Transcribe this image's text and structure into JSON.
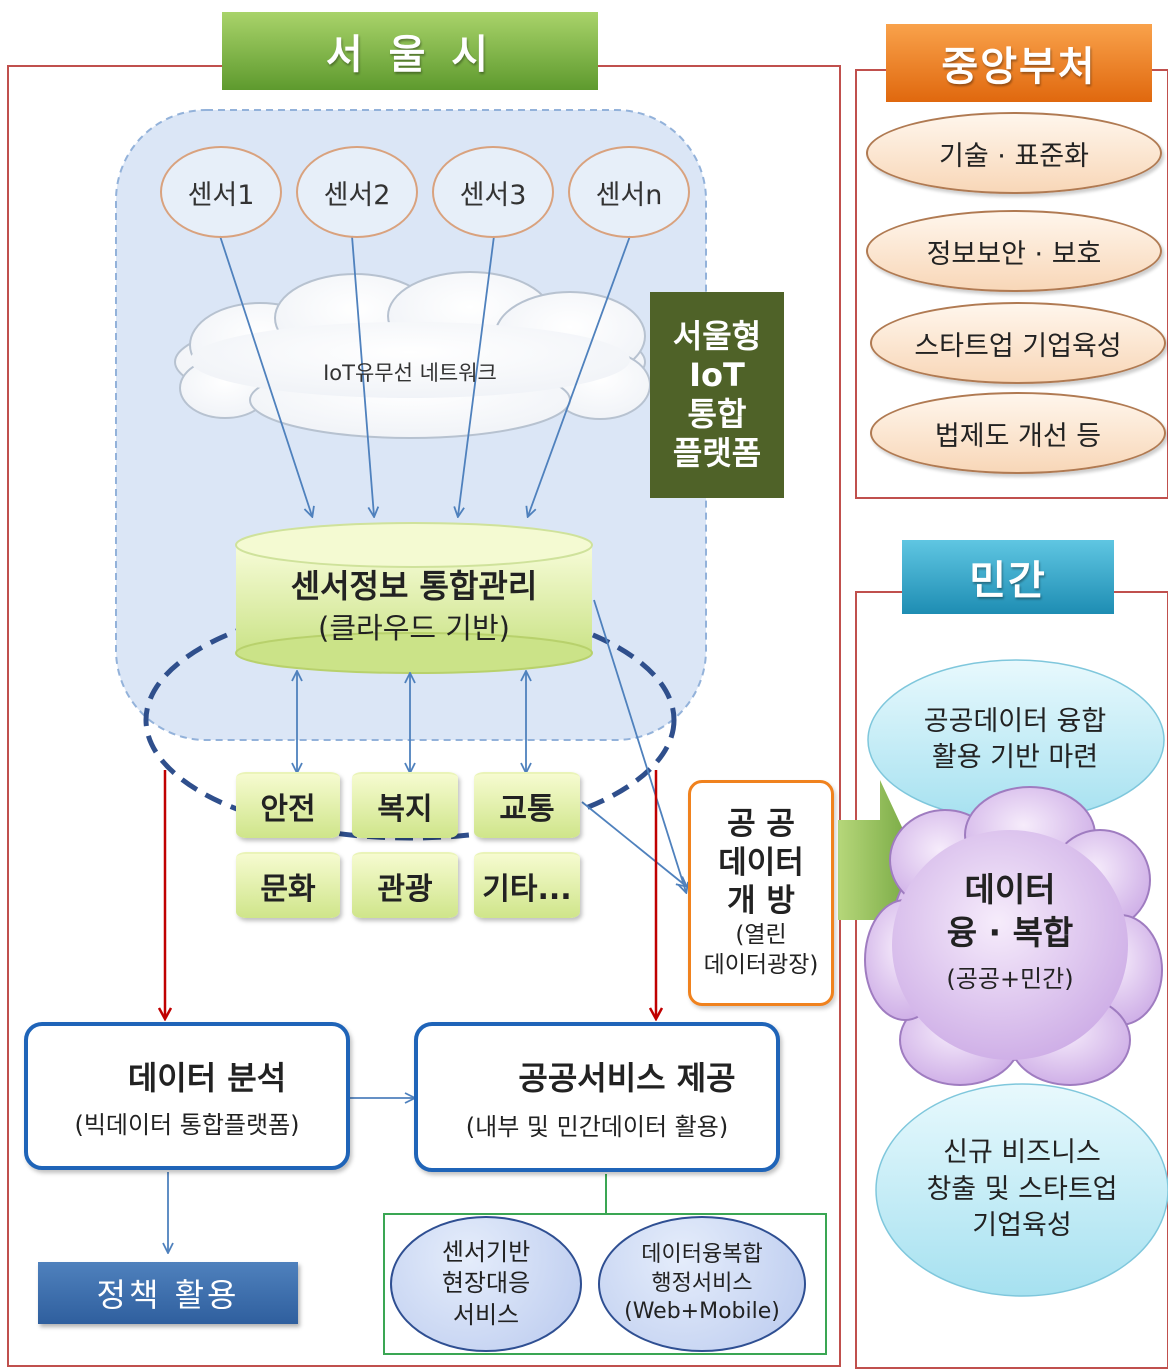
{
  "seoul": {
    "title": "서 울 시"
  },
  "ministries": {
    "title": "중앙부처",
    "items": [
      "기술 · 표준화",
      "정보보안 · 보호",
      "스타트업 기업육성",
      "법제도 개선 등"
    ]
  },
  "private": {
    "title": "민간",
    "fusion_base": "공공데이터 융합\n활용 기반 마련",
    "data_fusion_title": "데이터\n융 · 복합",
    "data_fusion_sub": "(공공+민간)",
    "new_business": "신규 비즈니스\n창출 및 스타트업\n기업육성"
  },
  "sensors": [
    "센서1",
    "센서2",
    "센서3",
    "센서n"
  ],
  "network": "IoT유무선 네트워크",
  "platform": "서울형\nIoT\n통합\n플랫폼",
  "integration": {
    "title": "센서정보 통합관리",
    "sub": "(클라우드 기반)"
  },
  "services": [
    "안전",
    "복지",
    "교통",
    "문화",
    "관광",
    "기타..."
  ],
  "open_data": {
    "title": "공 공\n데이터\n개 방",
    "sub": "(열린\n데이터광장)"
  },
  "analysis": {
    "title": "데이터 분석",
    "sub": "(빅데이터 통합플랫폼)"
  },
  "public_service": {
    "title": "공공서비스 제공",
    "sub": "(내부 및 민간데이터 활용)"
  },
  "policy": "정책 활용",
  "sub_services": [
    "센서기반\n현장대응\n서비스",
    "데이터융복합\n행정서비스\n(Web+Mobile)"
  ],
  "colors": {
    "frame_red": "#c0504d",
    "arrow_blue": "#4f81bd",
    "green_banner": "#7cb342",
    "orange_banner": "#f0821e",
    "teal_banner": "#31a8c9",
    "platform_green": "#4f6228",
    "box_blue": "#1f64b8"
  }
}
